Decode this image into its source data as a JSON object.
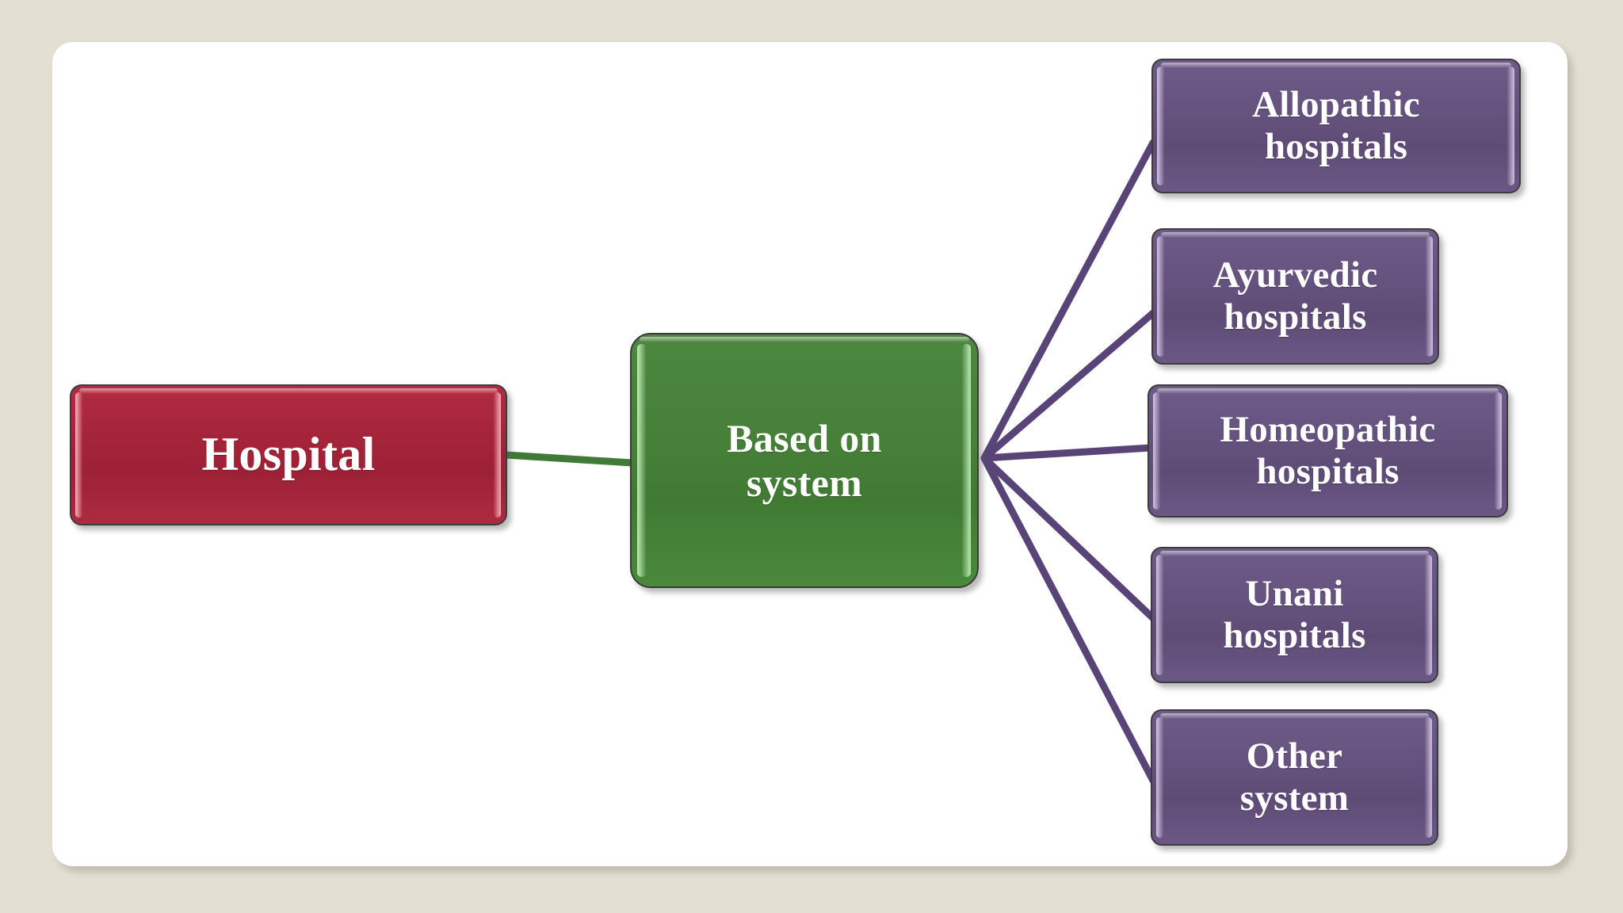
{
  "diagram": {
    "type": "hierarchy-mind-map",
    "title": "Hospital classification based on system",
    "colors": {
      "canvas_background": "#e3dfd3",
      "card_background": "#ffffff",
      "root_fill": "#a5243a",
      "branch_fill": "#478038",
      "leaf_fill": "#65527e",
      "root_edge_line": "#3f7a36",
      "leaf_edge_line": "#584476",
      "node_text": "#ffffff"
    },
    "root": {
      "id": "hospital",
      "label": "Hospital"
    },
    "branch": {
      "id": "based-on-system",
      "label": "Based on\nsystem"
    },
    "leaves": [
      {
        "id": "allopathic",
        "label": "Allopathic\nhospitals"
      },
      {
        "id": "ayurvedic",
        "label": "Ayurvedic\nhospitals"
      },
      {
        "id": "homeopathic",
        "label": "Homeopathic\nhospitals"
      },
      {
        "id": "unani",
        "label": "Unani\nhospitals"
      },
      {
        "id": "other",
        "label": "Other\nsystem"
      }
    ],
    "edges": [
      {
        "from": "hospital",
        "to": "based-on-system",
        "color": "#3f7a36"
      },
      {
        "from": "based-on-system",
        "to": "allopathic",
        "color": "#584476"
      },
      {
        "from": "based-on-system",
        "to": "ayurvedic",
        "color": "#584476"
      },
      {
        "from": "based-on-system",
        "to": "homeopathic",
        "color": "#584476"
      },
      {
        "from": "based-on-system",
        "to": "unani",
        "color": "#584476"
      },
      {
        "from": "based-on-system",
        "to": "other",
        "color": "#584476"
      }
    ]
  }
}
